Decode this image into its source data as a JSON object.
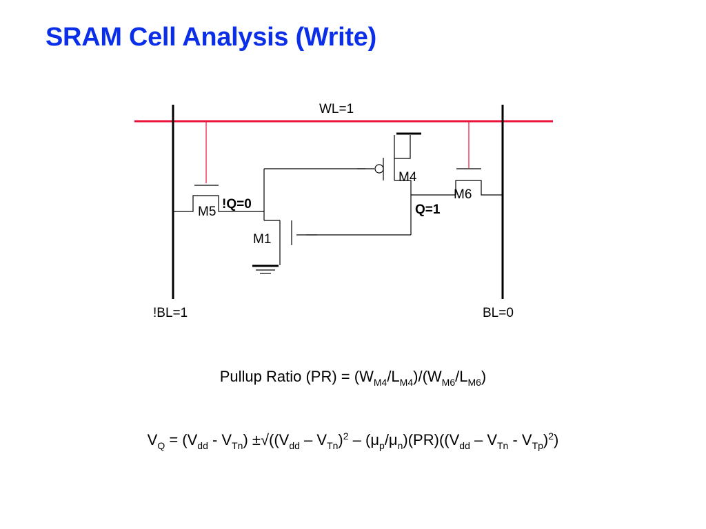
{
  "slide": {
    "title": "SRAM Cell Analysis (Write)",
    "colors": {
      "title": "#0b2fe8",
      "wordline": "#e8123a",
      "wire": "#000000"
    }
  },
  "circuit": {
    "wordline_label": "WL=1",
    "bitline_bar_label": "!BL=1",
    "bitline_label": "BL=0",
    "node_qbar_label": "!Q=0",
    "node_q_label": "Q=1",
    "transistors": {
      "m1": "M1",
      "m4": "M4",
      "m5": "M5",
      "m6": "M6"
    }
  },
  "equations": {
    "pr": {
      "lhs": "Pullup Ratio (PR) = (W",
      "sub1": "M4",
      "t2": "/L",
      "sub2": "M4",
      "t3": ")/(W",
      "sub3": "M6",
      "t4": "/L",
      "sub4": "M6",
      "t5": ")"
    },
    "vq": {
      "t1": "V",
      "s1": "Q",
      "t2": " = (V",
      "s2": "dd",
      "t3": " - V",
      "s3": "Tn",
      "t4": ") ±√((V",
      "s4": "dd",
      "t5": " – V",
      "s5": "Tn",
      "t6": ")",
      "p1": "2",
      "t7": " – (μ",
      "s6": "p",
      "t8": "/μ",
      "s7": "n",
      "t9": ")(PR)((V",
      "s8": "dd",
      "t10": " – V",
      "s9": "Tn",
      "t11": " - V",
      "s10": "Tp",
      "t12": ")",
      "p2": "2",
      "t13": ")"
    }
  }
}
